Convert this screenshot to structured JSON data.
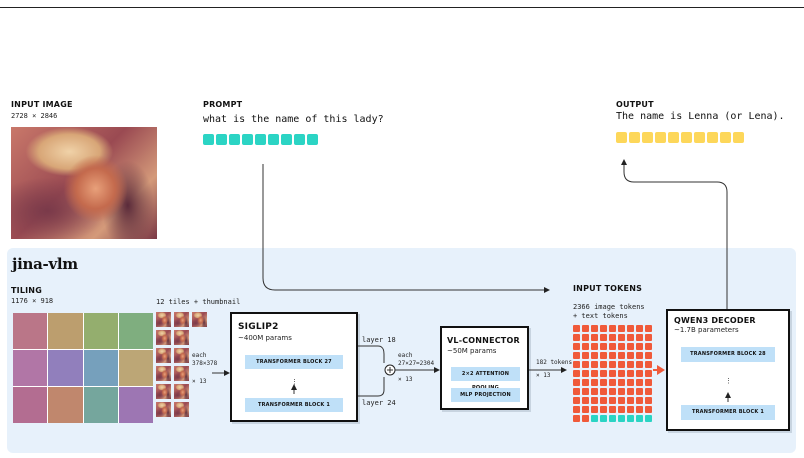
{
  "input_image": {
    "label": "INPUT IMAGE",
    "size": "2728 × 2846"
  },
  "prompt": {
    "label": "PROMPT",
    "text": "what is the name of this lady?",
    "token_count": 9,
    "token_color": "#2bd4c4"
  },
  "output": {
    "label": "OUTPUT",
    "text": "The name is Lenna (or Lena).",
    "token_count": 10,
    "token_color": "#fdd75a"
  },
  "brand": "jina-vlm",
  "tiling": {
    "label": "TILING",
    "size": "1176 × 918",
    "tiles_caption": "12 tiles + thumbnail",
    "each_caption": "each\n378×378",
    "multiplier": "× 13"
  },
  "siglip": {
    "title": "SIGLIP2",
    "params": "~400M params",
    "block_top": "TRANSFORMER BLOCK 27",
    "block_bottom": "TRANSFORMER BLOCK 1",
    "dots": "⋮"
  },
  "layers": {
    "top": "layer 18",
    "bottom": "layer 24",
    "each_caption": "each\n27×27=2304",
    "multiplier": "× 13"
  },
  "connector": {
    "title": "VL-CONNECTOR",
    "params": "~50M params",
    "block_top": "2×2 ATTENTION POOLING",
    "block_bottom": "MLP PROJECTION"
  },
  "tokens_flow": {
    "caption": "182 tokens",
    "multiplier": "× 13"
  },
  "input_tokens": {
    "label": "INPUT TOKENS",
    "caption": "2366 image tokens\n+ text tokens",
    "image_color": "#f05a3a",
    "text_color": "#2bd4c4"
  },
  "decoder": {
    "title": "QWEN3 DECODER",
    "params": "~1.7B parameters",
    "block_top": "TRANSFORMER BLOCK 28",
    "block_bottom": "TRANSFORMER BLOCK 1",
    "dots": "⋮"
  }
}
